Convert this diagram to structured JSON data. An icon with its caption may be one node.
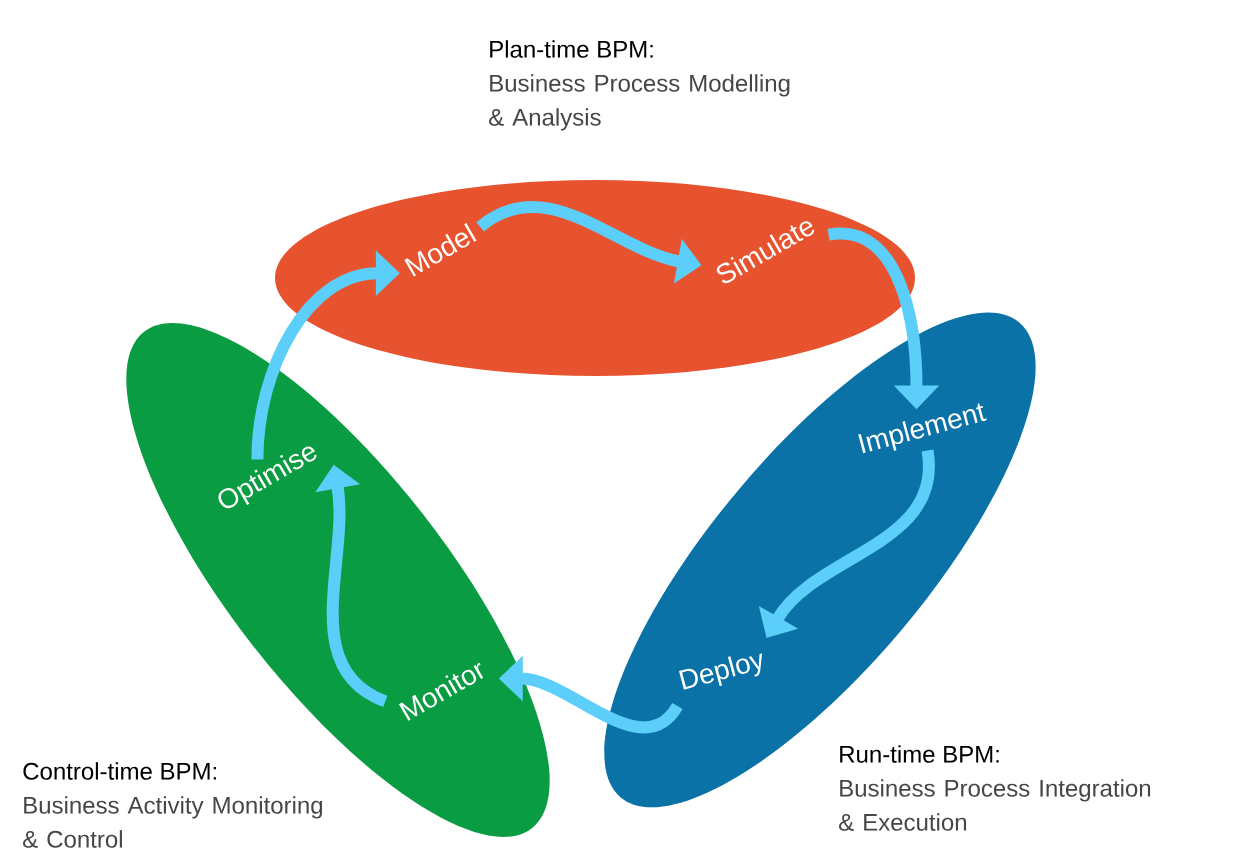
{
  "diagram": {
    "nodes": [
      {
        "text": [
          "Plan-time BPM:",
          "Business Process Modelling & Analysis"
        ]
      },
      {
        "text": [
          "Model"
        ],
        "in": 0
      },
      {
        "text": [
          "Simulate"
        ],
        "in": 0
      },
      {
        "text": [
          "Run-time BPM:",
          "Business Process Integration & Execution"
        ]
      },
      {
        "text": [
          "Implement"
        ],
        "in": 3
      },
      {
        "text": [
          "Deploy"
        ],
        "in": 3
      },
      {
        "text": [
          "Control-time BPM:",
          "Business Activity Monitoring & Control"
        ]
      },
      {
        "text": [
          "Monitor"
        ],
        "in": 6
      },
      {
        "text": [
          "Optimise"
        ],
        "in": 6
      }
    ],
    "edges": [
      {
        "from": 1,
        "to": 2,
        "arrow": "to"
      },
      {
        "from": 2,
        "to": 4,
        "arrow": "to"
      },
      {
        "from": 4,
        "to": 5,
        "arrow": "to"
      },
      {
        "from": 5,
        "to": 7,
        "arrow": "to"
      },
      {
        "from": 7,
        "to": 8,
        "arrow": "to"
      },
      {
        "from": 8,
        "to": 1,
        "arrow": "to"
      }
    ]
  }
}
